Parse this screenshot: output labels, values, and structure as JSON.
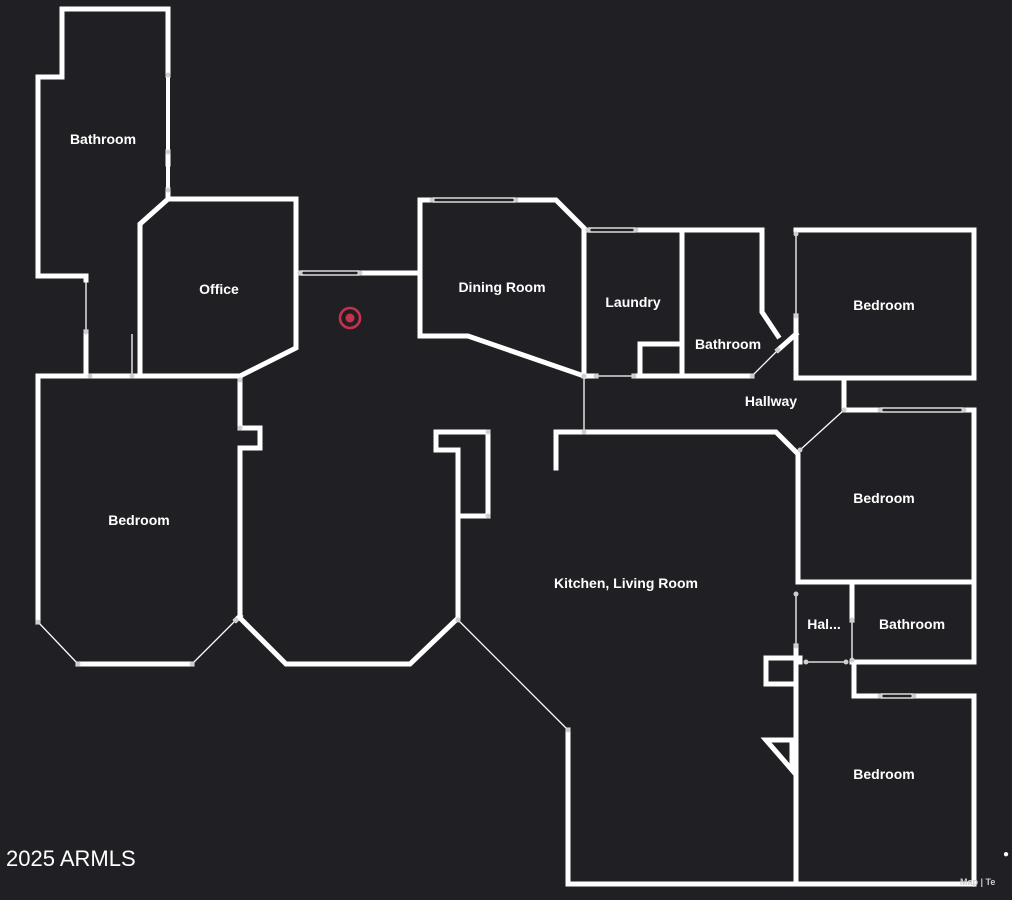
{
  "rooms": [
    {
      "key": "bathroom_1",
      "label": "Bathroom"
    },
    {
      "key": "office",
      "label": "Office"
    },
    {
      "key": "dining_room",
      "label": "Dining Room"
    },
    {
      "key": "laundry",
      "label": "Laundry"
    },
    {
      "key": "bathroom_2",
      "label": "Bathroom"
    },
    {
      "key": "bedroom_1",
      "label": "Bedroom"
    },
    {
      "key": "hallway",
      "label": "Hallway"
    },
    {
      "key": "bedroom_2",
      "label": "Bedroom"
    },
    {
      "key": "bedroom_3",
      "label": "Bedroom"
    },
    {
      "key": "kitchen_living",
      "label": "Kitchen, Living Room"
    },
    {
      "key": "hall_small",
      "label": "Hal..."
    },
    {
      "key": "bathroom_3",
      "label": "Bathroom"
    },
    {
      "key": "bedroom_4",
      "label": "Bedroom"
    }
  ],
  "copyright": "2025 ARMLS",
  "map_links": "Map | Te",
  "colors": {
    "background": "#202024",
    "walls": "#ffffff",
    "marker": "#c8304b",
    "text": "#ffffff"
  },
  "marker": {
    "icon": "location-target-icon"
  }
}
